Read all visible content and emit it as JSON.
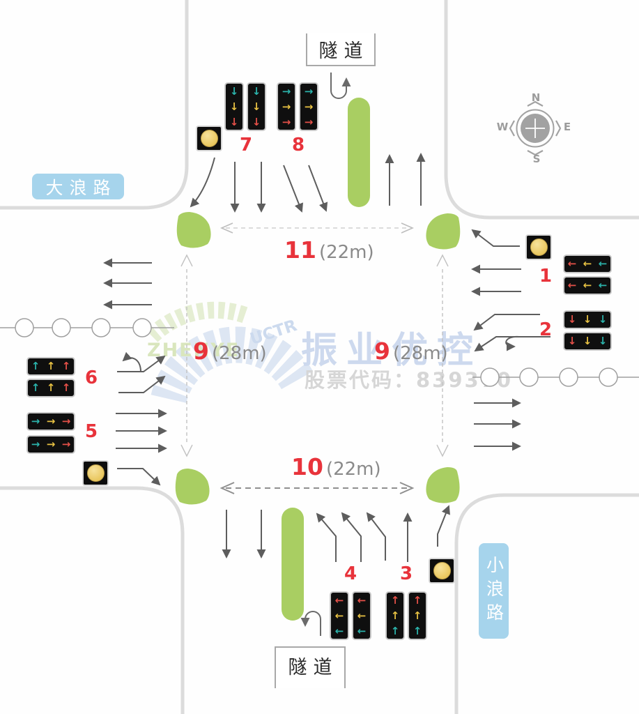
{
  "labels": {
    "road_west": "大浪路",
    "road_southeast": "小浪路",
    "tunnel_top": "隧道",
    "tunnel_bottom": "隧道"
  },
  "compass": {
    "n": "N",
    "e": "E",
    "s": "S",
    "w": "W"
  },
  "measurements": {
    "top": {
      "num": "11",
      "dist": "(22m)"
    },
    "bottom": {
      "num": "10",
      "dist": "(22m)"
    },
    "left": {
      "num": "9",
      "dist": "(28m)"
    },
    "right": {
      "num": "9",
      "dist": "(28m)"
    }
  },
  "signals": {
    "g1": {
      "label": "1",
      "arrows": [
        {
          "glyph": "←",
          "color": "#e45048"
        },
        {
          "glyph": "←",
          "color": "#e7c143"
        },
        {
          "glyph": "←",
          "color": "#2bb3ab"
        }
      ]
    },
    "g2": {
      "label": "2",
      "arrows": [
        {
          "glyph": "↓",
          "color": "#e45048"
        },
        {
          "glyph": "↓",
          "color": "#e7c143"
        },
        {
          "glyph": "↓",
          "color": "#2bb3ab"
        }
      ]
    },
    "g3": {
      "label": "3",
      "arrows": [
        {
          "glyph": "↑",
          "color": "#e45048"
        },
        {
          "glyph": "↑",
          "color": "#e7c143"
        },
        {
          "glyph": "↑",
          "color": "#2bb3ab"
        }
      ]
    },
    "g4": {
      "label": "4",
      "arrows": [
        {
          "glyph": "←",
          "color": "#e45048"
        },
        {
          "glyph": "←",
          "color": "#e7c143"
        },
        {
          "glyph": "←",
          "color": "#2bb3ab"
        }
      ]
    },
    "g5": {
      "label": "5",
      "arrows": [
        {
          "glyph": "→",
          "color": "#2bb3ab"
        },
        {
          "glyph": "→",
          "color": "#e7c143"
        },
        {
          "glyph": "→",
          "color": "#e45048"
        }
      ]
    },
    "g6": {
      "label": "6",
      "arrows": [
        {
          "glyph": "↑",
          "color": "#2bb3ab"
        },
        {
          "glyph": "↑",
          "color": "#e7c143"
        },
        {
          "glyph": "↑",
          "color": "#e45048"
        }
      ]
    },
    "g7": {
      "label": "7",
      "arrows": [
        {
          "glyph": "↓",
          "color": "#2bb3ab"
        },
        {
          "glyph": "↓",
          "color": "#e7c143"
        },
        {
          "glyph": "↓",
          "color": "#e45048"
        }
      ]
    },
    "g8": {
      "label": "8",
      "arrows": [
        {
          "glyph": "→",
          "color": "#2bb3ab"
        },
        {
          "glyph": "→",
          "color": "#e7c143"
        },
        {
          "glyph": "→",
          "color": "#e45048"
        }
      ]
    }
  },
  "watermark": {
    "brand": "振业优控",
    "stock": "股票代码：839370",
    "logo_main": "ZHENYE",
    "logo_sub": "UCTR"
  },
  "palette": {
    "island_green": "#a9ce62",
    "road_edge_gray": "#dcdcdc",
    "lane_arrow_gray": "#5d5d5d",
    "label_blue": "#a6d4ec",
    "number_red": "#e8333b",
    "signal_red": "#e45048",
    "signal_yellow": "#e7c143",
    "signal_teal": "#2bb3ab",
    "flasher_yellow": "#e9c75f"
  }
}
